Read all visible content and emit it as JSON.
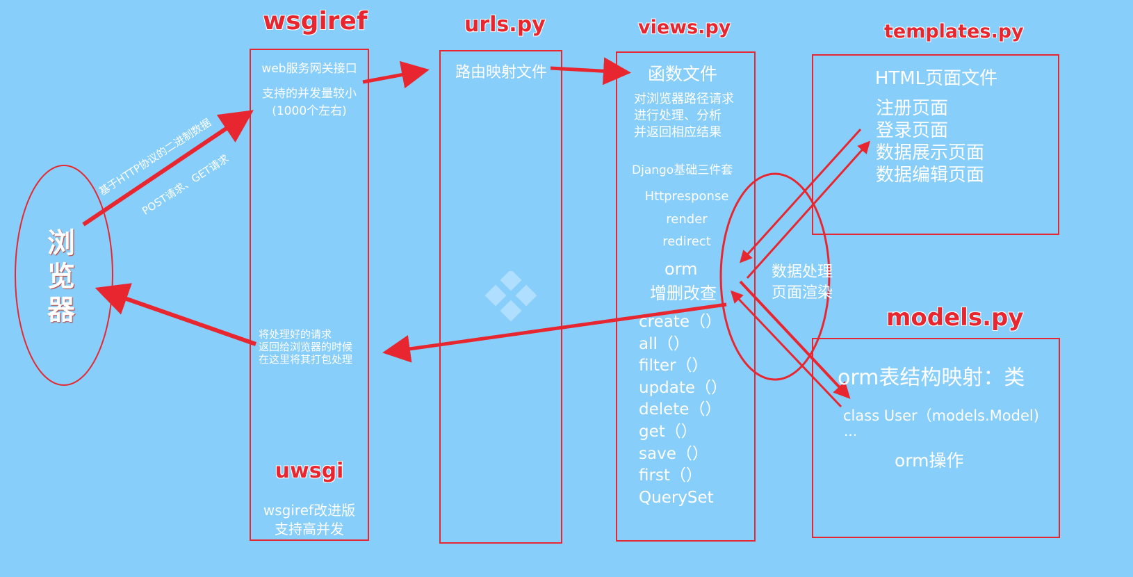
{
  "headers": {
    "wsgiref": "wsgiref",
    "urls": "urls.py",
    "views": "views.py",
    "templates": "templates.py",
    "models": "models.py"
  },
  "browser": {
    "label_line1": "浏",
    "label_line2": "览",
    "label_line3": "器",
    "request_text1": "基于HTTP协议的二进制数据",
    "request_text2": "POST请求、GET请求"
  },
  "wsgiref_box": {
    "line1": "web服务网关接口",
    "line2": "支持的并发量较小",
    "line3": "(1000个左右)",
    "return1": "将处理好的请求",
    "return2": "返回给浏览器的时候",
    "return3": "在这里将其打包处理",
    "uwsgi": "uwsgi",
    "uwsgi_desc1": "wsgiref改进版",
    "uwsgi_desc2": "支持高并发"
  },
  "urls_box": {
    "title": "路由映射文件"
  },
  "views_box": {
    "title": "函数文件",
    "desc1": "对浏览器路径请求",
    "desc2": "进行处理、分析",
    "desc3": "并返回相应结果",
    "django": "Django基础三件套",
    "item1": "Httpresponse",
    "item2": "render",
    "item3": "redirect",
    "orm": "orm",
    "crud": "增删改查",
    "methods": [
      "create（）",
      "all（）",
      "filter（）",
      "update（）",
      "delete（）",
      "get（）",
      "save（）",
      "first（）",
      "QuerySet"
    ]
  },
  "ellipse_label": {
    "line1": "数据处理",
    "line2": "页面渲染"
  },
  "templates_box": {
    "title": "HTML页面文件",
    "pages": [
      "注册页面",
      "登录页面",
      "数据展示页面",
      "数据编辑页面"
    ]
  },
  "models_box": {
    "title": "orm表结构映射：类",
    "class_line": "class User（models.Model)",
    "ellipsis": "...",
    "ops": "orm操作"
  },
  "colors": {
    "background": "#87cefa",
    "accent_red": "#e8262f",
    "text_white": "#ffffff"
  }
}
